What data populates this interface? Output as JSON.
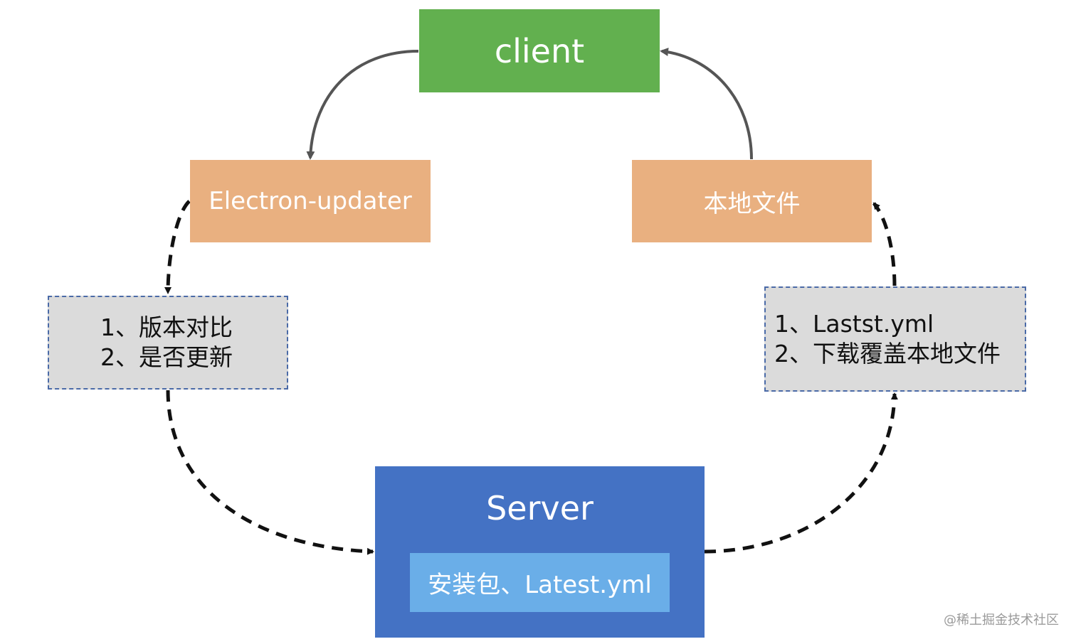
{
  "client": {
    "label": "client",
    "color": "#62b04f"
  },
  "updater": {
    "label": "Electron-updater",
    "color": "#e9b080"
  },
  "local_file": {
    "label": "本地文件",
    "color": "#e9b080"
  },
  "server": {
    "label": "Server",
    "package": "安装包、Latest.yml",
    "color": "#4472c4",
    "inner_color": "#6aaee8"
  },
  "note_left": {
    "lines": [
      "1、版本对比",
      "2、是否更新"
    ]
  },
  "note_right": {
    "lines": [
      "1、Lastst.yml",
      "2、下载覆盖本地文件"
    ]
  },
  "watermark": "@稀土掘金技术社区"
}
